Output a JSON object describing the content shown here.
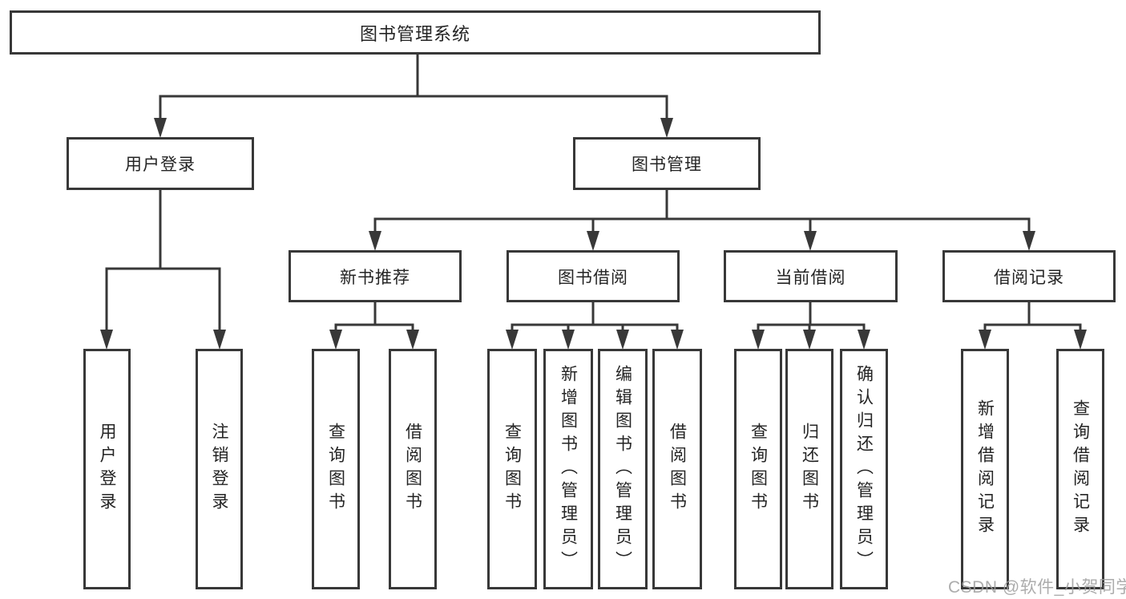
{
  "tree": {
    "label": "图书管理系统",
    "children": [
      {
        "label": "用户登录",
        "children": [
          {
            "label": "用户登录"
          },
          {
            "label": "注销登录"
          }
        ]
      },
      {
        "label": "图书管理",
        "children": [
          {
            "label": "新书推荐",
            "children": [
              {
                "label": "查询图书"
              },
              {
                "label": "借阅图书"
              }
            ]
          },
          {
            "label": "图书借阅",
            "children": [
              {
                "label": "查询图书"
              },
              {
                "label": "新增图书（管理员）"
              },
              {
                "label": "编辑图书（管理员）"
              },
              {
                "label": "借阅图书"
              }
            ]
          },
          {
            "label": "当前借阅",
            "children": [
              {
                "label": "查询图书"
              },
              {
                "label": "归还图书"
              },
              {
                "label": "确认归还（管理员）"
              }
            ]
          },
          {
            "label": "借阅记录",
            "children": [
              {
                "label": "新增借阅记录"
              },
              {
                "label": "查询借阅记录"
              }
            ]
          }
        ]
      }
    ]
  },
  "watermark": {
    "text": "CSDN @软件_小贺同学"
  },
  "colors": {
    "line": "#383838",
    "box_border": "#383838",
    "text": "#242424",
    "background": "#ffffff",
    "watermark": "#9e9e9e"
  }
}
